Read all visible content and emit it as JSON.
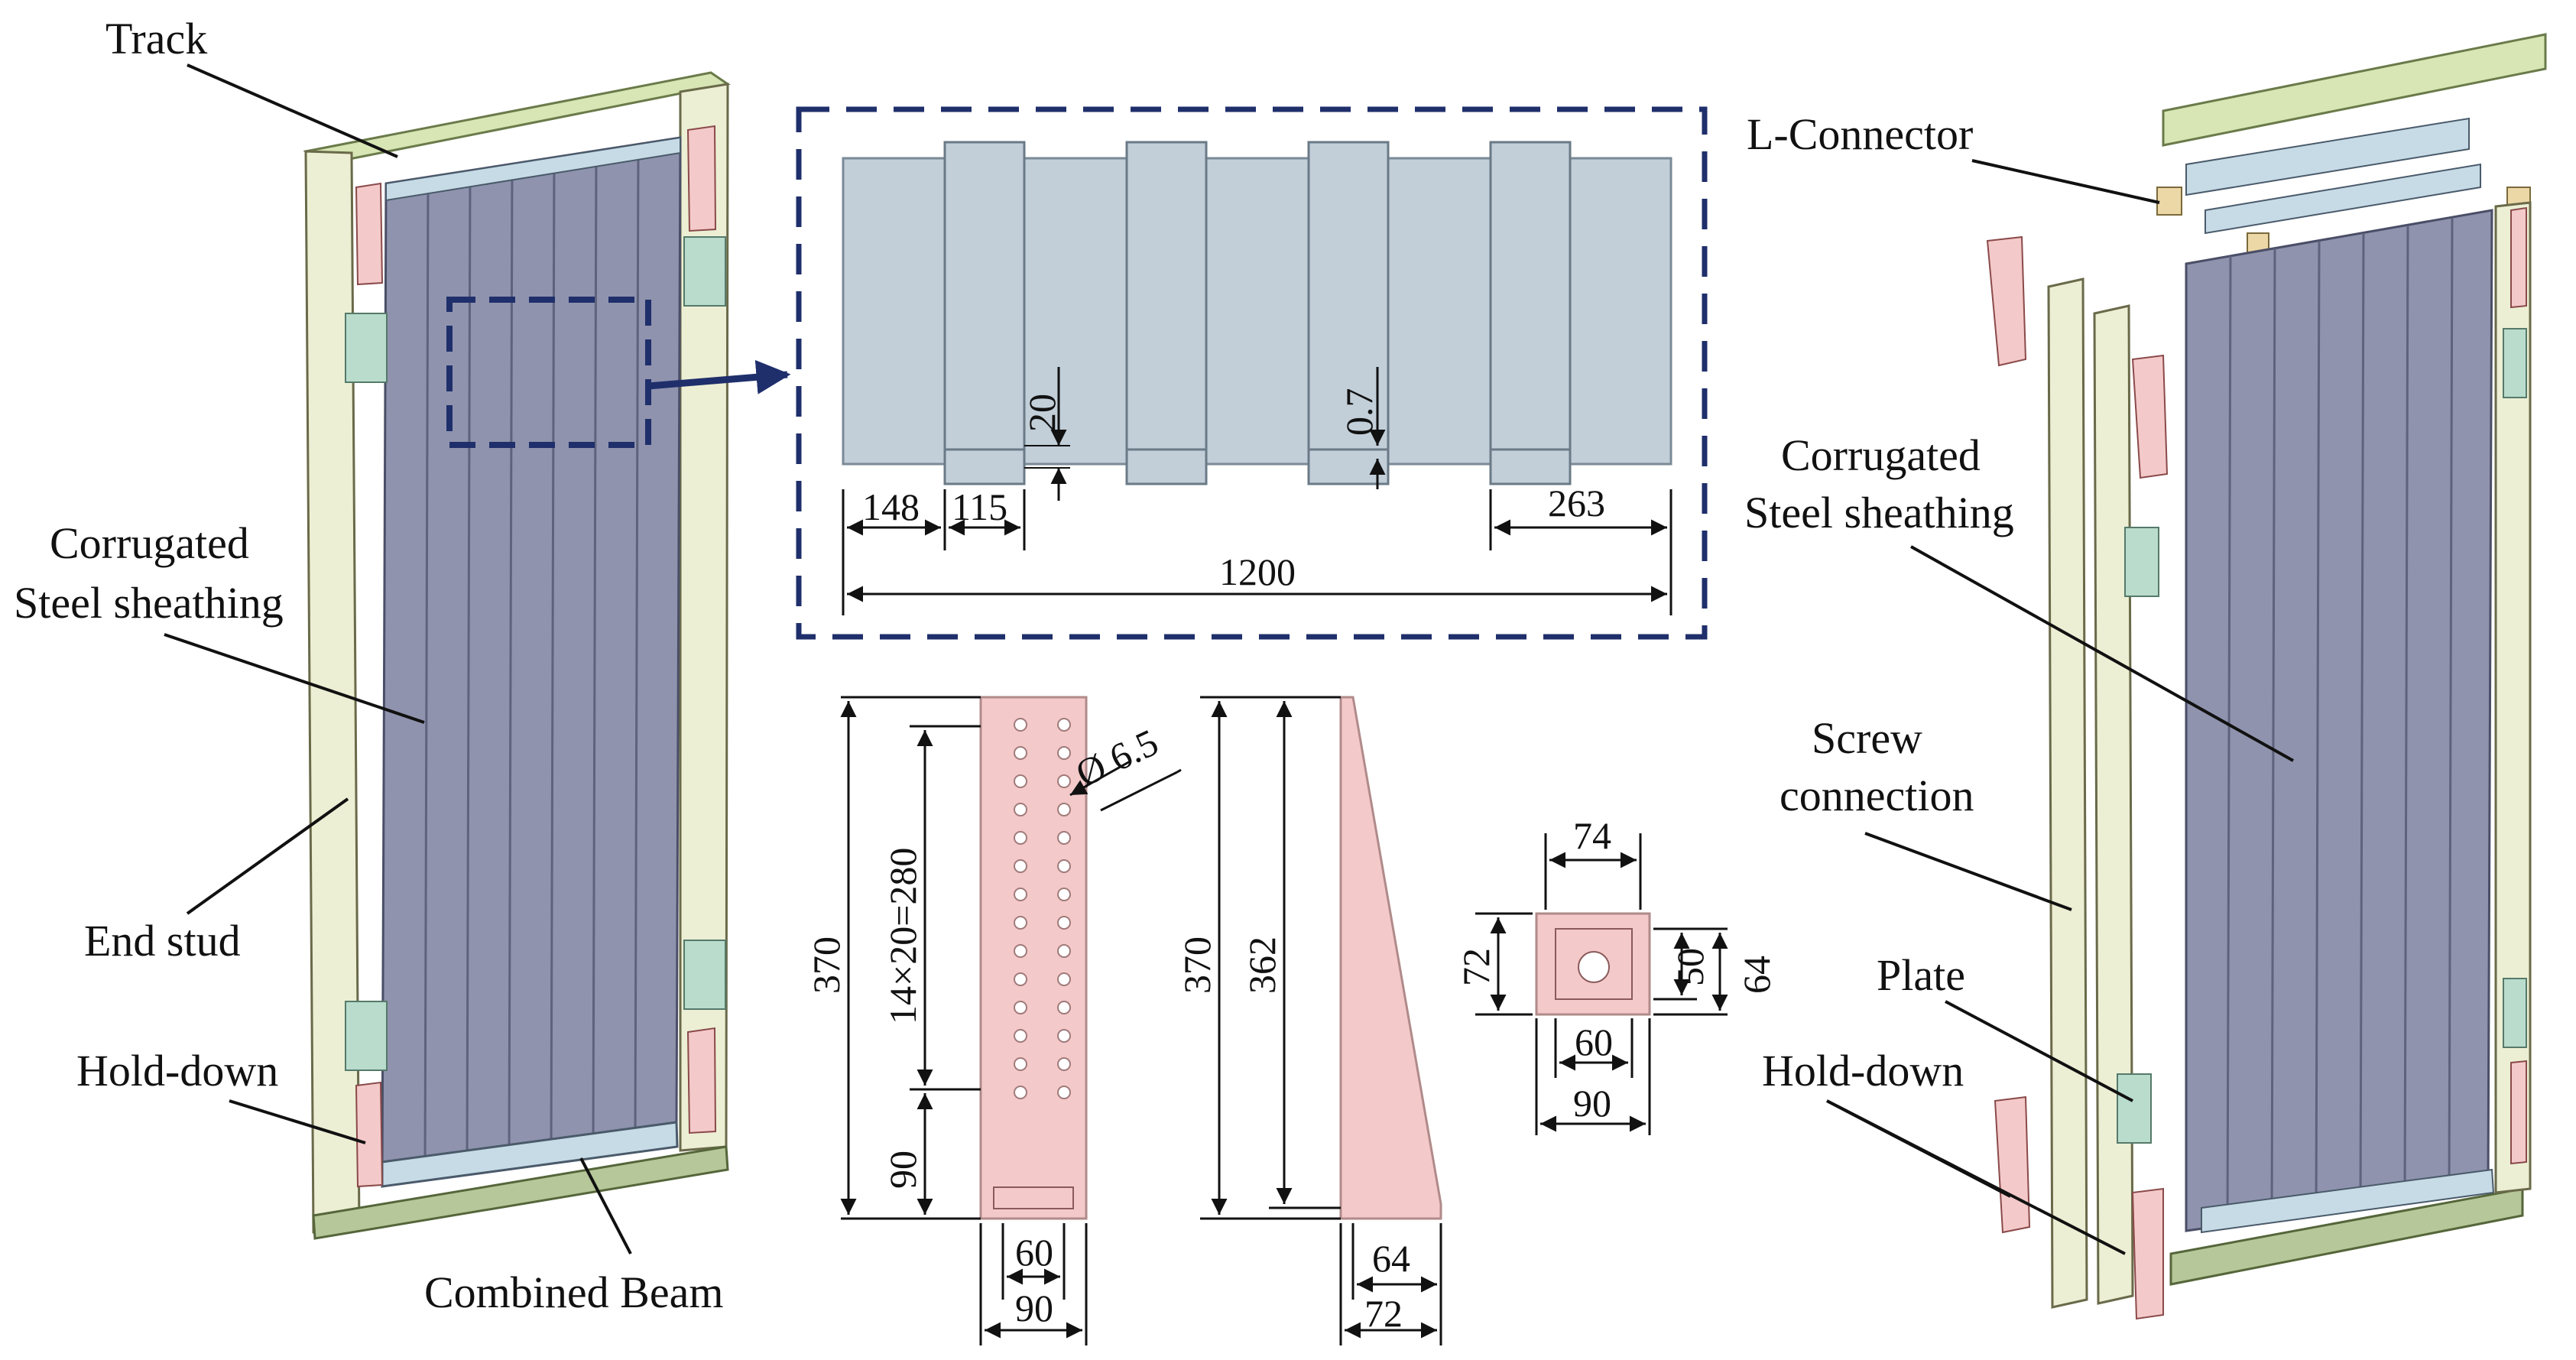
{
  "labels": {
    "track": "Track",
    "corrugated_left_1": "Corrugated",
    "corrugated_left_2": "Steel sheathing",
    "end_stud": "End stud",
    "hold_down_left": "Hold-down",
    "combined_beam": "Combined Beam",
    "l_connector": "L-Connector",
    "corrugated_right_1": "Corrugated",
    "corrugated_right_2": "Steel sheathing",
    "screw_1": "Screw",
    "screw_2": "connection",
    "plate": "Plate",
    "hold_down_right": "Hold-down"
  },
  "sheathing_dims": {
    "rib_height": "20",
    "thickness": "0.7",
    "edge": "148",
    "rib_width": "115",
    "end": "263",
    "total": "1200"
  },
  "holddown_front_dims": {
    "height": "370",
    "hole_span": "14×20=280",
    "bottom": "90",
    "hole_dia": "Ø 6.5",
    "inner_width": "60",
    "outer_width": "90"
  },
  "holddown_side_dims": {
    "height": "370",
    "inner_height": "362",
    "inner_width": "64",
    "outer_width": "72"
  },
  "holddown_top_dims": {
    "top_width": "74",
    "left_height": "72",
    "inner_height": "50",
    "outer_height": "64",
    "inner_width": "60",
    "outer_width": "90"
  },
  "colors": {
    "track": "#d7e6b4",
    "stud": "#ecefd4",
    "sheathing": "#8f93ad",
    "sheathing_detail": "#c2cfd9",
    "holddown": "#f4c9c9",
    "plate": "#b9dccd",
    "frame_border": "#1f2f6b"
  }
}
